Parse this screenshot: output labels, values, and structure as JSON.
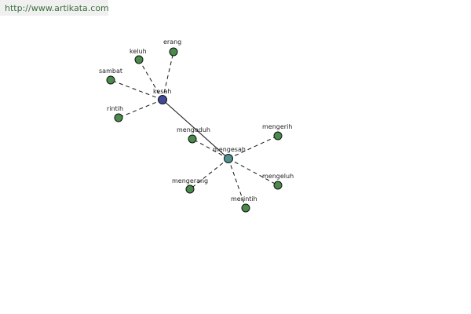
{
  "watermark": {
    "url": "http://www.artikata.com"
  },
  "colors": {
    "hub_primary": "#404a9a",
    "hub_secondary": "#4f8f8f",
    "leaf": "#4a8a4a"
  },
  "graph": {
    "nodes": [
      {
        "id": "kesah",
        "label": "kesah",
        "kind": "hub_primary"
      },
      {
        "id": "mengesah",
        "label": "mengesah",
        "kind": "hub_secondary"
      },
      {
        "id": "keluh",
        "label": "keluh",
        "kind": "leaf"
      },
      {
        "id": "erang",
        "label": "erang",
        "kind": "leaf"
      },
      {
        "id": "sambat",
        "label": "sambat",
        "kind": "leaf"
      },
      {
        "id": "rintih",
        "label": "rintih",
        "kind": "leaf"
      },
      {
        "id": "mengaduh",
        "label": "mengaduh",
        "kind": "leaf"
      },
      {
        "id": "mengerih",
        "label": "mengerih",
        "kind": "leaf"
      },
      {
        "id": "mengerang",
        "label": "mengerang",
        "kind": "leaf"
      },
      {
        "id": "merintih",
        "label": "merintih",
        "kind": "leaf"
      },
      {
        "id": "mengeluh",
        "label": "mengeluh",
        "kind": "leaf"
      }
    ],
    "edges": [
      {
        "from": "kesah",
        "to": "keluh",
        "style": "dashed"
      },
      {
        "from": "kesah",
        "to": "erang",
        "style": "dashed"
      },
      {
        "from": "kesah",
        "to": "sambat",
        "style": "dashed"
      },
      {
        "from": "kesah",
        "to": "rintih",
        "style": "dashed"
      },
      {
        "from": "kesah",
        "to": "mengesah",
        "style": "solid"
      },
      {
        "from": "mengesah",
        "to": "mengaduh",
        "style": "dashed"
      },
      {
        "from": "mengesah",
        "to": "mengerih",
        "style": "dashed"
      },
      {
        "from": "mengesah",
        "to": "mengerang",
        "style": "dashed"
      },
      {
        "from": "mengesah",
        "to": "merintih",
        "style": "dashed"
      },
      {
        "from": "mengesah",
        "to": "mengeluh",
        "style": "dashed"
      }
    ]
  }
}
